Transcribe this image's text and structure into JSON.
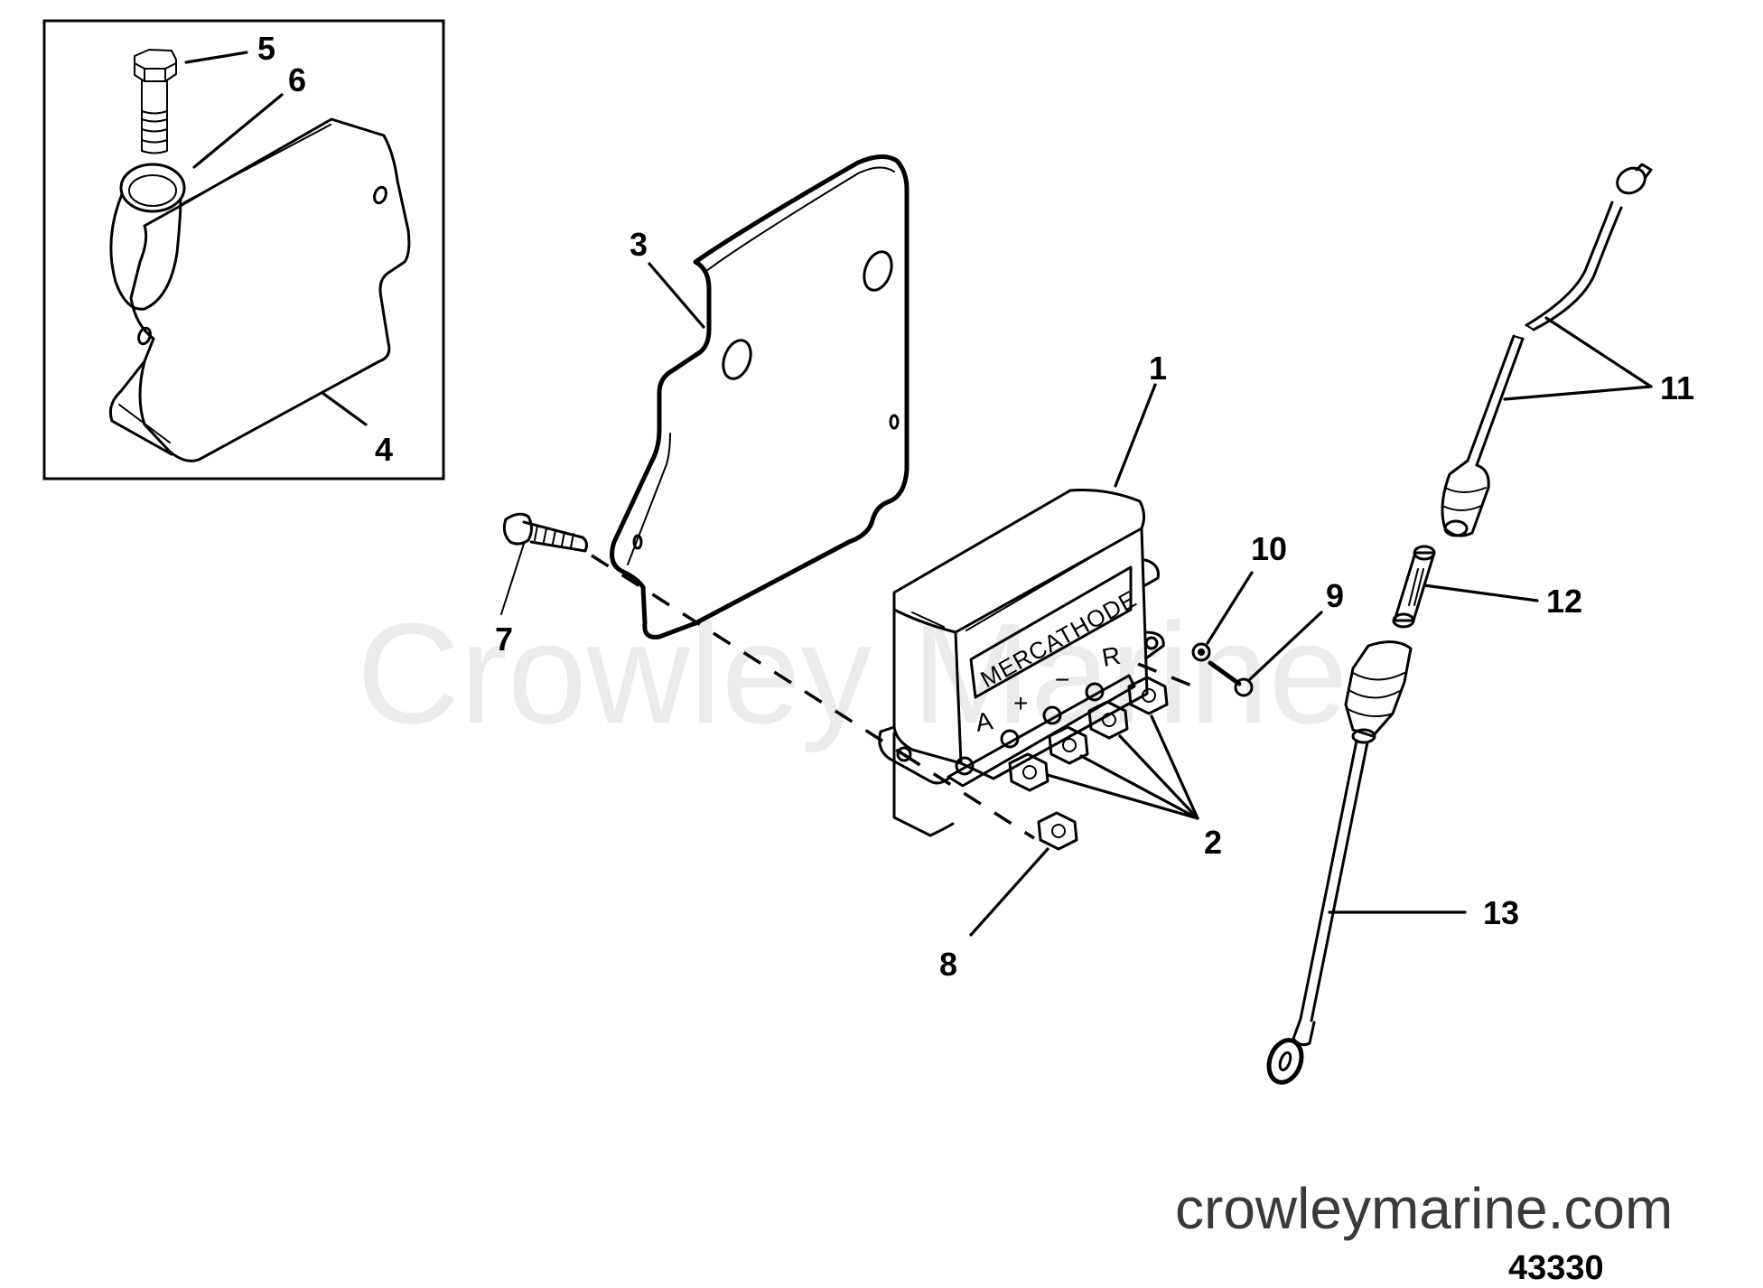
{
  "diagram": {
    "type": "exploded parts diagram",
    "subject": "Mercathode corrosion control unit assembly",
    "watermark": "Crowley Marine",
    "website": "crowleymarine.com",
    "figure_number": "43330",
    "unit_label": "MERCATHODE",
    "terminal_labels": [
      "A",
      "+",
      "−",
      "R"
    ],
    "inset": {
      "parts": [
        "4",
        "5",
        "6"
      ]
    },
    "callouts": [
      {
        "id": "1",
        "label": "1",
        "part": "mercathode-controller"
      },
      {
        "id": "2",
        "label": "2",
        "part": "terminal-nuts"
      },
      {
        "id": "3",
        "label": "3",
        "part": "mounting-plate"
      },
      {
        "id": "4",
        "label": "4",
        "part": "cover-bracket"
      },
      {
        "id": "5",
        "label": "5",
        "part": "hex-bolt"
      },
      {
        "id": "6",
        "label": "6",
        "part": "grommet"
      },
      {
        "id": "7",
        "label": "7",
        "part": "mounting-screw"
      },
      {
        "id": "8",
        "label": "8",
        "part": "nut"
      },
      {
        "id": "9",
        "label": "9",
        "part": "screw"
      },
      {
        "id": "10",
        "label": "10",
        "part": "nut-small"
      },
      {
        "id": "11",
        "label": "11",
        "part": "lead-wire"
      },
      {
        "id": "12",
        "label": "12",
        "part": "fuse"
      },
      {
        "id": "13",
        "label": "13",
        "part": "fuse-holder-lead"
      }
    ]
  }
}
